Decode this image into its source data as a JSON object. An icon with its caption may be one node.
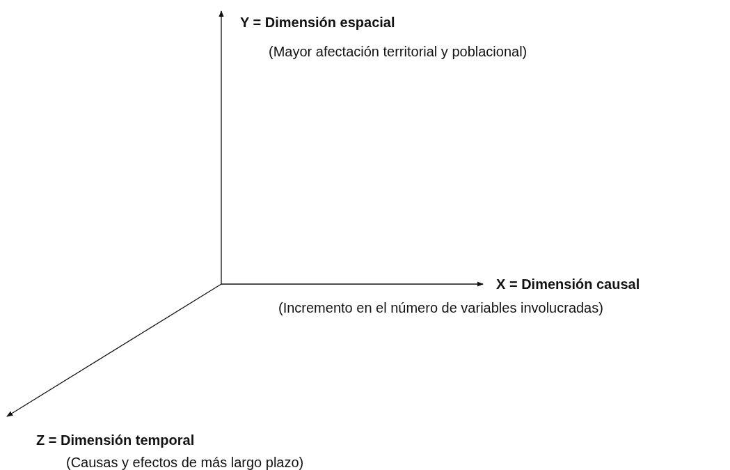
{
  "diagram": {
    "labels": [
      "Y = Dimensión espacial",
      "(Mayor afectación territorial y poblacional)",
      "X = Dimensión causal",
      "(Incremento en el número de variables involucradas)",
      "Z = Dimensión temporal",
      "(Causas y efectos de más largo plazo)"
    ]
  }
}
